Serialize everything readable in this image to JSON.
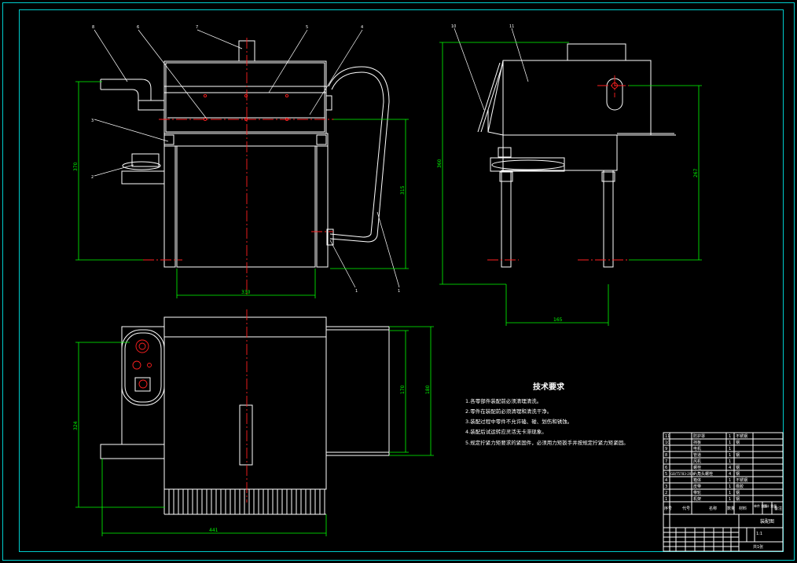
{
  "drawing": {
    "colors": {
      "background": "#000000",
      "outline": "#ffffff",
      "frame": "#00ffff",
      "dimension": "#00ff00",
      "centerline": "#ff2020"
    },
    "front_view": {
      "part_numbers": [
        "8",
        "6",
        "7",
        "5",
        "4",
        "3",
        "2",
        "1",
        "1"
      ],
      "dimensions": {
        "left_height": "370",
        "right_height": "315",
        "bottom_width": "330"
      }
    },
    "side_view": {
      "part_numbers": [
        "10",
        "11"
      ],
      "dimensions": {
        "left_height": "360",
        "right_height": "267",
        "bottom_width": "165"
      }
    },
    "top_view": {
      "dimensions": {
        "left_height": "324",
        "inner_height": "170",
        "outer_height": "180",
        "bottom_width": "441"
      }
    },
    "technical_requirements": {
      "title": "技术要求",
      "items": [
        "1.各零部件装配前必须清理清洗。",
        "2.零件在装配前必须清理和清洗干净。",
        "3.装配过程中零件不允许磕、碰、划伤和锈蚀。",
        "4.装配后试运转应灵活无卡滞现象。",
        "5.规定拧紧力矩要求的紧固件，必须用力矩扳手并按规定拧紧力矩紧固。"
      ]
    },
    "title_block": {
      "parts_rows": [
        [
          "11",
          "",
          "防护罩",
          "1",
          "不锈钢"
        ],
        [
          "10",
          "",
          "挡板",
          "1",
          "钢"
        ],
        [
          "9",
          "",
          "电机",
          "1",
          ""
        ],
        [
          "8",
          "",
          "管道",
          "1",
          "钢"
        ],
        [
          "7",
          "",
          "风机",
          "1",
          ""
        ],
        [
          "6",
          "",
          "螺栓",
          "4",
          "钢"
        ],
        [
          "5",
          "GB/T5783-2000",
          "六角头螺栓",
          "4",
          "钢"
        ],
        [
          "4",
          "",
          "箱体",
          "1",
          "不锈钢"
        ],
        [
          "3",
          "",
          "皮带",
          "1",
          "橡胶"
        ],
        [
          "2",
          "",
          "带轮",
          "1",
          "钢"
        ],
        [
          "1",
          "",
          "机架",
          "1",
          "钢"
        ]
      ],
      "header": [
        "序号",
        "代号",
        "名称",
        "数量",
        "材料",
        "单件 重量",
        "总计 重量",
        "备注"
      ],
      "drawing_name": "装配图",
      "scale": "1:1",
      "sheet": "共1张"
    }
  }
}
